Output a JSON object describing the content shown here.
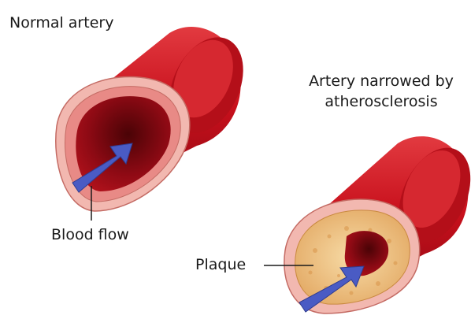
{
  "labels": {
    "normal_artery": "Normal artery",
    "narrowed_line1": "Artery narrowed by",
    "narrowed_line2": "atherosclerosis",
    "blood_flow": "Blood flow",
    "plaque": "Plaque"
  },
  "colors": {
    "artery_outer": "#c8101c",
    "artery_highlight": "#e0353e",
    "artery_dark": "#7d0710",
    "lumen": "#8e0a14",
    "wall_layer": "#f2b8b0",
    "plaque": "#f1c98a",
    "arrow": "#4a5bc4",
    "text": "#1a1a1a"
  }
}
